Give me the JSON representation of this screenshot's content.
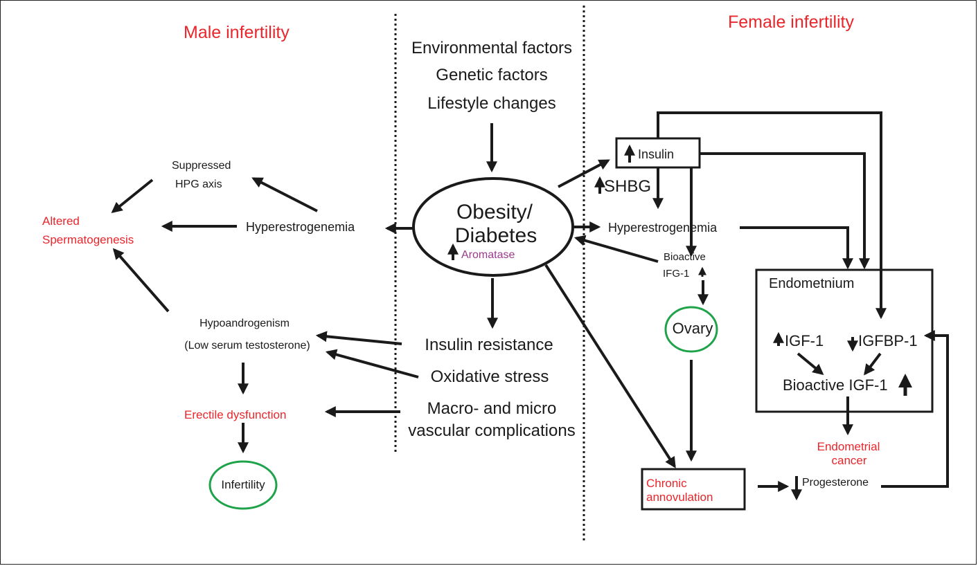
{
  "headings": {
    "male": "Male infertility",
    "female": "Female infertility"
  },
  "center": {
    "factors": [
      "Environmental factors",
      "Genetic factors",
      "Lifestyle changes"
    ],
    "obesity_line1": "Obesity/",
    "obesity_line2": "Diabetes",
    "aromatase": "Aromatase",
    "effects": [
      "Insulin resistance",
      "Oxidative stress"
    ],
    "vascular_line1": "Macro- and micro",
    "vascular_line2": "vascular complications"
  },
  "male": {
    "suppressed_line1": "Suppressed",
    "suppressed_line2": "HPG axis",
    "altered_line1": "Altered",
    "altered_line2": "Spermatogenesis",
    "hyperestrogenemia": "Hyperestrogenemia",
    "hypoandrogenism_line1": "Hypoandrogenism",
    "hypoandrogenism_line2": "(Low serum testosterone)",
    "erectile": "Erectile dysfunction",
    "infertility": "Infertility"
  },
  "female": {
    "insulin": "Insulin",
    "shbg": "SHBG",
    "hyperestrogenemia": "Hyperestrogenemia",
    "bioactive_line1": "Bioactive",
    "bioactive_line2": "IFG-1",
    "ovary": "Ovary",
    "endometrium": "Endometnium",
    "igf1": "IGF-1",
    "igfbp1": "IGFBP-1",
    "bioactive_igf1": "Bioactive IGF-1",
    "endometrial_line1": "Endometrial",
    "endometrial_line2": "cancer",
    "chronic_line1": "Chronic",
    "chronic_line2": "annovulation",
    "progesterone": "Progesterone"
  },
  "colors": {
    "red_text": "#e8262b",
    "green_ellipse": "#1fa34a",
    "purple_text": "#9b3a8c",
    "line": "#1a1a1a"
  }
}
